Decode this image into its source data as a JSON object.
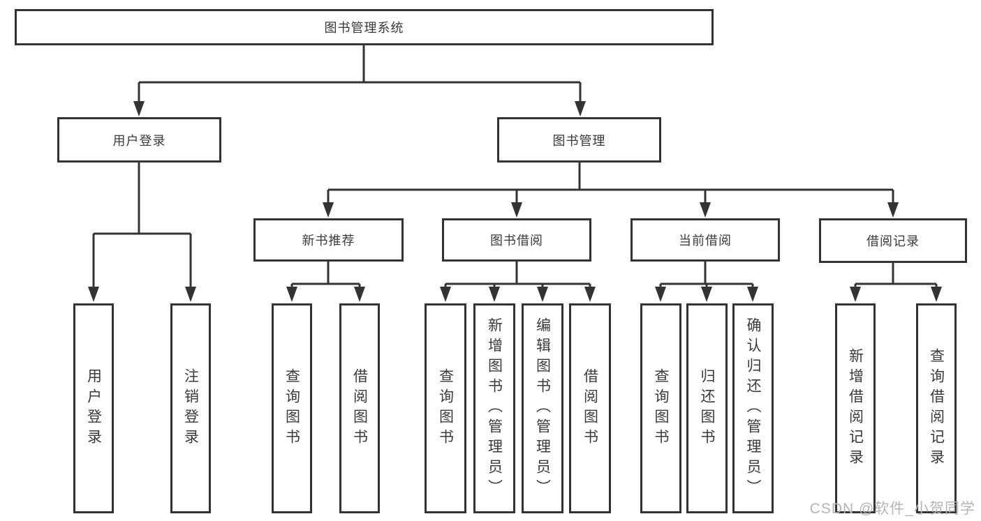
{
  "tree": {
    "root": "图书管理系统",
    "branches": [
      {
        "label": "用户登录",
        "children": [
          "用户登录",
          "注销登录"
        ]
      },
      {
        "label": "图书管理",
        "modules": [
          {
            "label": "新书推荐",
            "children": [
              "查询图书",
              "借阅图书"
            ]
          },
          {
            "label": "图书借阅",
            "children": [
              "查询图书",
              "新增图书（管理员）",
              "编辑图书（管理员）",
              "借阅图书"
            ]
          },
          {
            "label": "当前借阅",
            "children": [
              "查询图书",
              "归还图书",
              "确认归还（管理员）"
            ]
          },
          {
            "label": "借阅记录",
            "children": [
              "新增借阅记录",
              "查询借阅记录"
            ]
          }
        ]
      }
    ]
  },
  "watermark": {
    "text": "CSDN @软件_小贺同学"
  },
  "colors": {
    "line": "#333333",
    "box_border": "#333333",
    "text": "#3a3a3a",
    "watermark": "#b5b5b5",
    "background": "#ffffff"
  }
}
